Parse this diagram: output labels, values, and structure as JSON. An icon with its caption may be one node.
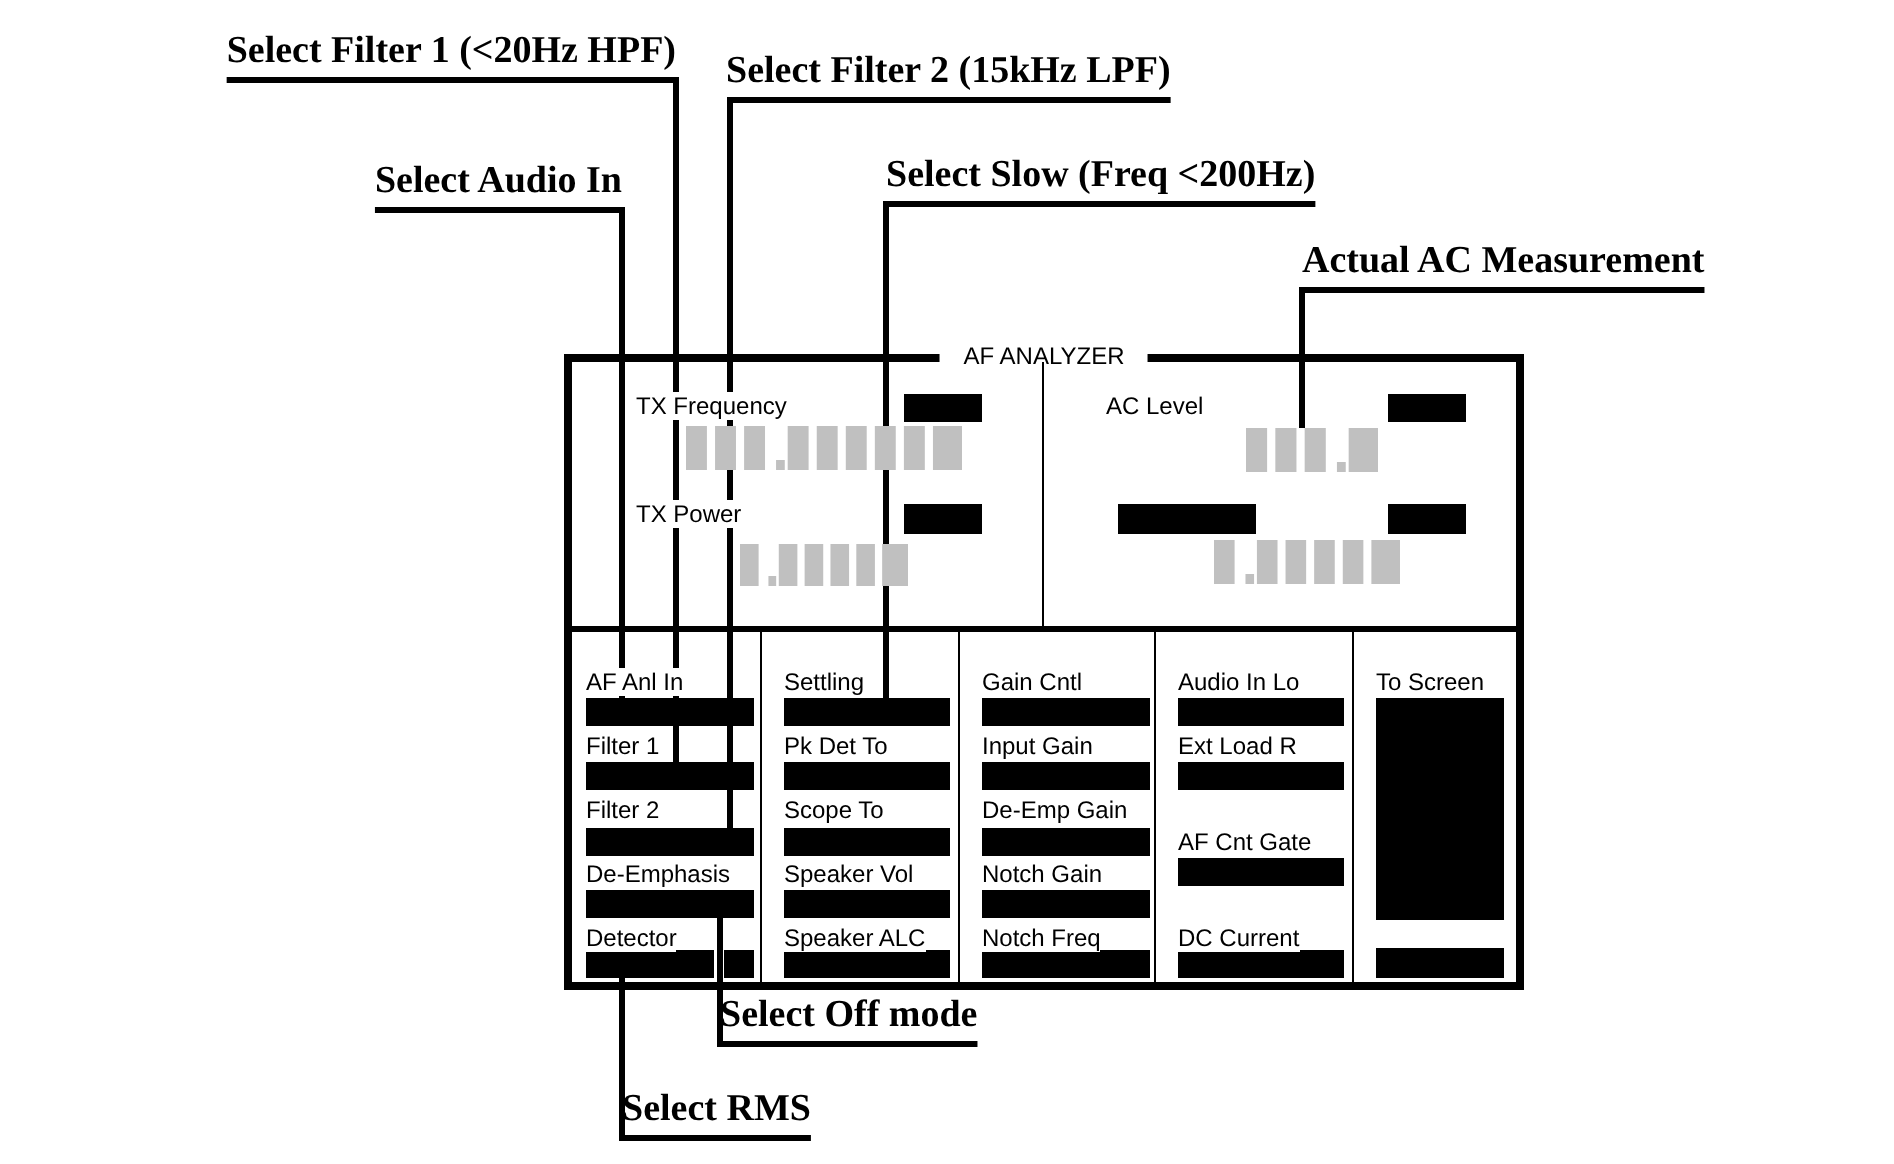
{
  "diagram": {
    "nodes": [
      {
        "text": [
          "Select Filter 1 (<20Hz HPF)"
        ]
      },
      {
        "text": [
          "Select Filter 2 (15kHz LPF)"
        ]
      },
      {
        "text": [
          "Select Audio In"
        ]
      },
      {
        "text": [
          "Select Slow (Freq <200Hz)"
        ]
      },
      {
        "text": [
          "Actual AC Measurement"
        ]
      },
      {
        "text": [
          "AF ANALYZER"
        ]
      },
      {
        "text": [],
        "shape": "picture",
        "in": 5
      },
      {
        "text": [],
        "shape": "bar",
        "in": 5
      },
      {
        "text": [],
        "shape": "bar",
        "in": 5
      },
      {
        "text": [],
        "shape": "bar",
        "in": 5
      },
      {
        "text": [],
        "shape": "bar",
        "in": 5
      },
      {
        "text": [],
        "shape": "bar",
        "in": 5
      },
      {
        "text": [],
        "shape": "bar",
        "in": 5
      },
      {
        "text": [
          "Select Off mode"
        ]
      },
      {
        "text": [
          "Select RMS"
        ]
      },
      {
        "text": [],
        "shape": "bar",
        "in": 5
      },
      {
        "text": [],
        "shape": "bar",
        "in": 5
      },
      {
        "text": [],
        "shape": "picture",
        "in": 5
      },
      {
        "text": [],
        "shape": "bar",
        "in": 5
      },
      {
        "text": [],
        "shape": "bar",
        "in": 5
      },
      {
        "text": [],
        "shape": "bar",
        "in": 5
      },
      {
        "text": [],
        "shape": "picture",
        "in": 5
      },
      {
        "text": [],
        "shape": "picture",
        "in": 5
      },
      {
        "text": [],
        "shape": "bar",
        "in": 5
      },
      {
        "text": [],
        "shape": "bar",
        "in": 5
      },
      {
        "text": [],
        "shape": "bar",
        "in": 5
      },
      {
        "text": [],
        "shape": "bar",
        "in": 5
      },
      {
        "text": [],
        "shape": "bar",
        "in": 5
      },
      {
        "text": [],
        "shape": "bar",
        "in": 5
      },
      {
        "text": [],
        "shape": "bar",
        "in": 5
      },
      {
        "text": [],
        "shape": "bar",
        "in": 5
      },
      {
        "text": [],
        "shape": "bar",
        "in": 5
      },
      {
        "text": [],
        "shape": "bar",
        "in": 5
      },
      {
        "text": [],
        "shape": "bar",
        "in": 5
      },
      {
        "text": [],
        "shape": "bar",
        "in": 5
      },
      {
        "text": [],
        "shape": "bar",
        "in": 5
      },
      {
        "text": [],
        "shape": "bar",
        "in": 5
      },
      {
        "text": [],
        "shape": "bar",
        "in": 5
      },
      {
        "text": [],
        "shape": "bar",
        "in": 5
      }
    ],
    "edges": [
      {
        "from": 2,
        "to": 7,
        "arrow": "none"
      },
      {
        "from": 0,
        "to": 8,
        "arrow": "none"
      },
      {
        "from": 1,
        "to": 9,
        "arrow": "none"
      },
      {
        "from": 3,
        "to": 10,
        "arrow": "none"
      },
      {
        "from": 4,
        "to": 6,
        "arrow": "none"
      },
      {
        "from": 13,
        "to": 12,
        "arrow": "none"
      },
      {
        "from": 14,
        "to": 11,
        "arrow": "none"
      }
    ],
    "labels": [
      "TX Frequency",
      "AC Level",
      "TX Power",
      "AF Anl In",
      "Settling",
      "Gain Cntl",
      "Audio In Lo",
      "To Screen",
      "Filter 1",
      "Pk Det To",
      "Input Gain",
      "Ext Load R",
      "Filter 2",
      "Scope To",
      "De-Emp Gain",
      "AF Cnt Gate",
      "De-Emphasis",
      "Speaker Vol",
      "Notch Gain",
      "Detector",
      "Speaker ALC",
      "Notch Freq",
      "DC Current"
    ]
  }
}
